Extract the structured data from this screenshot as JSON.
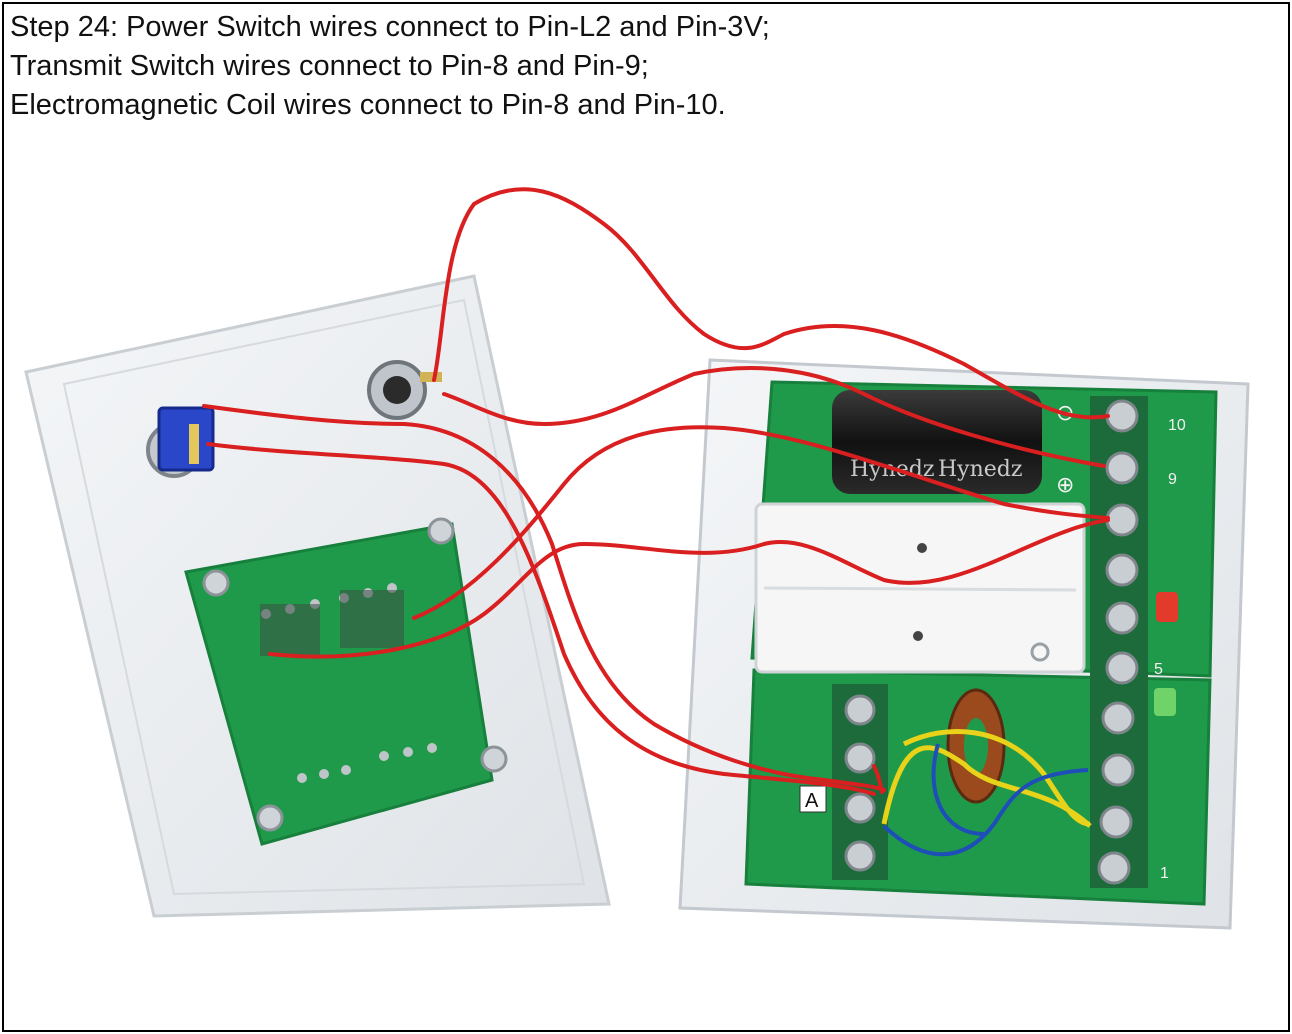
{
  "caption": {
    "line1": "Step 24: Power Switch wires connect to Pin-L2 and Pin-3V;",
    "line2": "Transmit Switch wires connect to Pin-8 and Pin-9;",
    "line3": "Electromagnetic Coil wires connect to Pin-8 and Pin-10."
  },
  "photo": {
    "capacitor_brand": "Hynedz",
    "terminal_labels": {
      "right_top": "10",
      "right_second": "9",
      "right_bottom": "1",
      "right_mid": "5",
      "left_block": "A"
    },
    "polarity": {
      "minus": "⊖",
      "plus": "⊕"
    },
    "colors": {
      "wire_red": "#d91f1f",
      "pcb_green": "#1f9a4a",
      "wire_yellow": "#e8d21a",
      "wire_blue": "#1e4fb8",
      "acrylic": "#e9ecef"
    }
  }
}
